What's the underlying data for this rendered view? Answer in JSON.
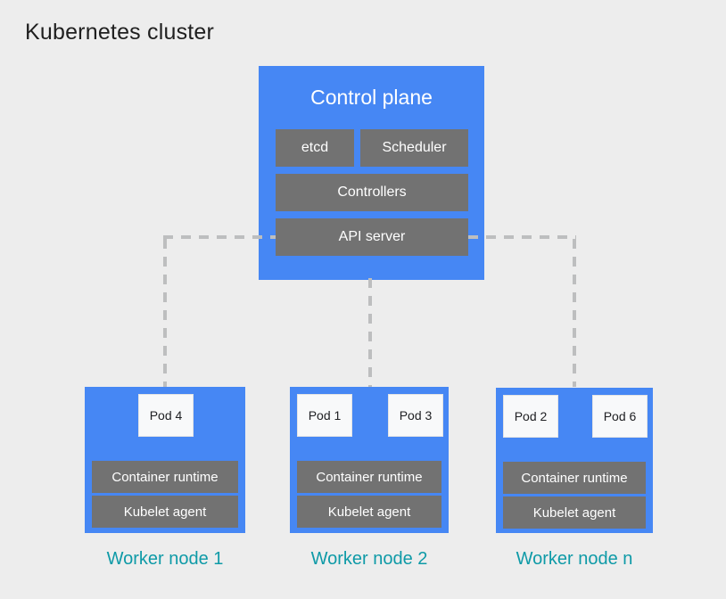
{
  "title": "Kubernetes cluster",
  "control_plane": {
    "label": "Control plane",
    "components": [
      "etcd",
      "Scheduler",
      "Controllers",
      "API server"
    ]
  },
  "worker_nodes": [
    {
      "label": "Worker node 1",
      "pods": [
        "Pod 4"
      ],
      "components": [
        "Container runtime",
        "Kubelet agent"
      ]
    },
    {
      "label": "Worker node 2",
      "pods": [
        "Pod 1",
        "Pod 3"
      ],
      "components": [
        "Container runtime",
        "Kubelet agent"
      ]
    },
    {
      "label": "Worker node n",
      "pods": [
        "Pod 2",
        "Pod 6"
      ],
      "components": [
        "Container runtime",
        "Kubelet agent"
      ]
    }
  ],
  "colors": {
    "background": "#EDEDED",
    "node_blue": "#4687F4",
    "component_gray": "#727272",
    "pod_fill": "#F8F9FA",
    "connector_gray": "#BDBEBF",
    "worker_label_teal": "#0E9AA7",
    "title_text": "#1F1F1F"
  }
}
